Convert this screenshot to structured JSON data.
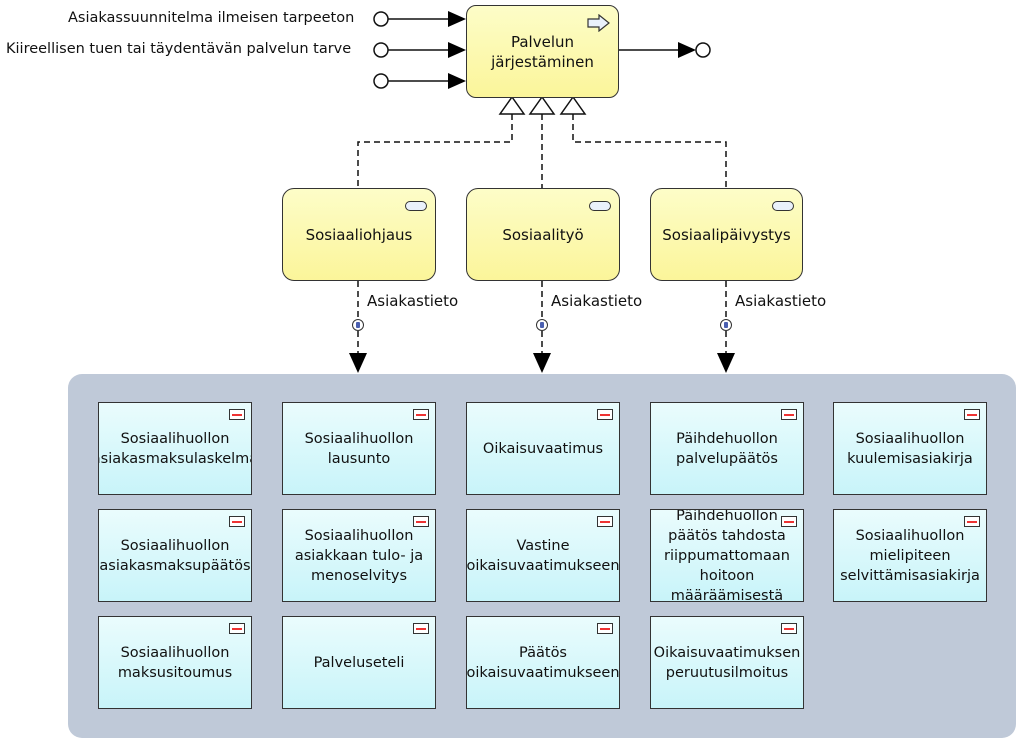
{
  "inputs": [
    {
      "label": "Asiakassuunnitelma ilmeisen tarpeeton"
    },
    {
      "label": "Kiireellisen tuen tai täydentävän palvelun tarve"
    },
    {
      "label": ""
    }
  ],
  "main_process": {
    "label_line1": "Palvelun",
    "label_line2": "järjestäminen",
    "icon": "process-arrow-icon"
  },
  "services": [
    {
      "label": "Sosiaaliohjaus",
      "flow_label": "Asiakastieto"
    },
    {
      "label": "Sosiaalityö",
      "flow_label": "Asiakastieto"
    },
    {
      "label": "Sosiaalipäivystys",
      "flow_label": "Asiakastieto"
    }
  ],
  "data_objects": [
    {
      "lines": [
        "Sosiaalihuollon",
        "asiakasmaksulaskelma"
      ]
    },
    {
      "lines": [
        "Sosiaalihuollon",
        "lausunto"
      ]
    },
    {
      "lines": [
        "Oikaisuvaatimus"
      ]
    },
    {
      "lines": [
        "Päihdehuollon",
        "palvelupäätös"
      ]
    },
    {
      "lines": [
        "Sosiaalihuollon",
        "kuulemisasiakirja"
      ]
    },
    {
      "lines": [
        "Sosiaalihuollon",
        "asiakasmaksupäätös"
      ]
    },
    {
      "lines": [
        "Sosiaalihuollon",
        "asiakkaan tulo- ja",
        "menoselvitys"
      ]
    },
    {
      "lines": [
        "Vastine",
        "oikaisuvaatimukseen"
      ]
    },
    {
      "lines": [
        "Päihdehuollon",
        "päätös tahdosta",
        "riippumattomaan",
        "hoitoon",
        "määräämisestä"
      ]
    },
    {
      "lines": [
        "Sosiaalihuollon",
        "mielipiteen",
        "selvittämisasiakirja"
      ]
    },
    {
      "lines": [
        "Sosiaalihuollon",
        "maksusitoumus"
      ]
    },
    {
      "lines": [
        "Palveluseteli"
      ]
    },
    {
      "lines": [
        "Päätös",
        "oikaisuvaatimukseen"
      ]
    },
    {
      "lines": [
        "Oikaisuvaatimuksen",
        "peruutusilmoitus"
      ]
    }
  ],
  "colors": {
    "process_fill": "#fbf59a",
    "data_fill": "#c8f4f9",
    "container_fill": "#bfc9d8"
  }
}
